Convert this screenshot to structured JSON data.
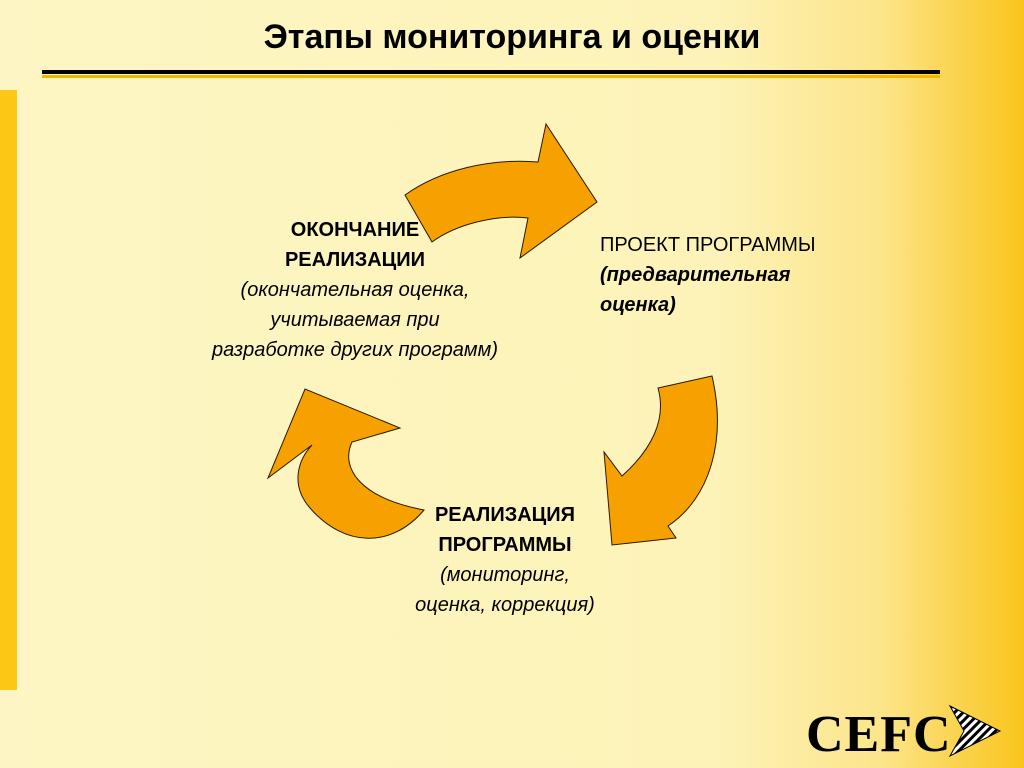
{
  "slide": {
    "title": "Этапы мониторинга и оценки"
  },
  "stages": {
    "end": {
      "heading_1": "ОКОНЧАНИЕ",
      "heading_2": "РЕАЛИЗАЦИИ",
      "desc_1": "(окончательная оценка,",
      "desc_2": "учитываемая при",
      "desc_3": "разработке других программ)"
    },
    "project": {
      "heading": "ПРОЕКТ ПРОГРАММЫ",
      "desc_1": "(предварительная",
      "desc_2": "оценка)"
    },
    "implementation": {
      "heading_1": "РЕАЛИЗАЦИЯ",
      "heading_2": "ПРОГРАММЫ",
      "desc_1": "(мониторинг,",
      "desc_2": "оценка, коррекция)"
    }
  },
  "logo": {
    "text": "CEFC"
  },
  "colors": {
    "arrow_fill": "#f7a100",
    "accent": "#fcc715"
  }
}
